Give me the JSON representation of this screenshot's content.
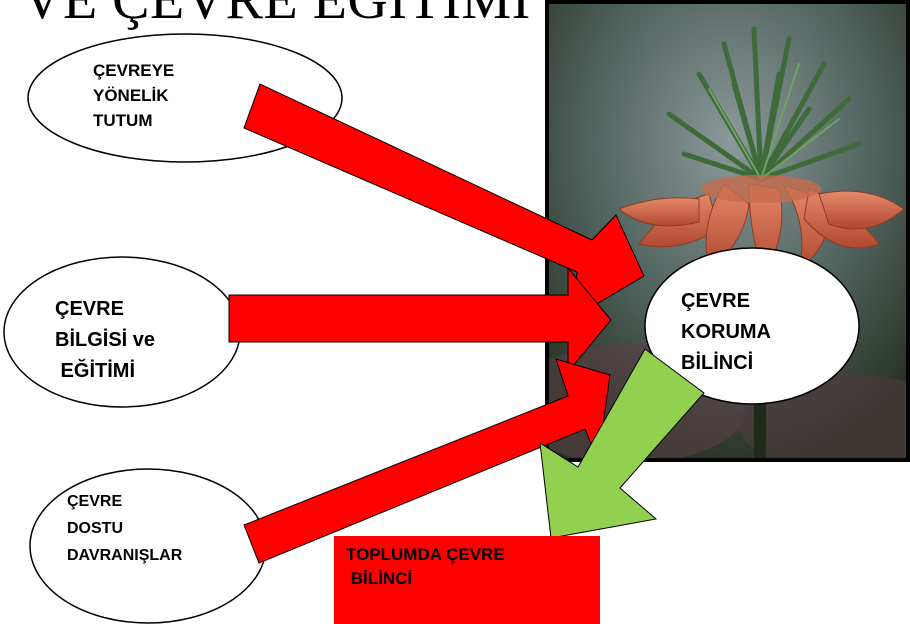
{
  "title": "VE ÇEVRE EĞİTİMİ",
  "nodes": {
    "tutum": "ÇEVREYE\nYÖNELİK\nTUTUM",
    "bilgi": "ÇEVRE\nBİLGİSİ ve\n EĞİTİMİ",
    "dostu": "ÇEVRE\nDOSTU\nDAVRANIŞLAR",
    "koruma": "ÇEVRE\nKORUMA\nBİLİNCİ",
    "result": "TOPLUMDA ÇEVRE\n BİLİNCİ"
  },
  "colors": {
    "arrow_input": "#ff0000",
    "arrow_output": "#92d050",
    "result_box": "#ff0000",
    "ellipse_stroke": "#000000"
  },
  "photo": {
    "subject": "orange crown imperial flower photo"
  }
}
